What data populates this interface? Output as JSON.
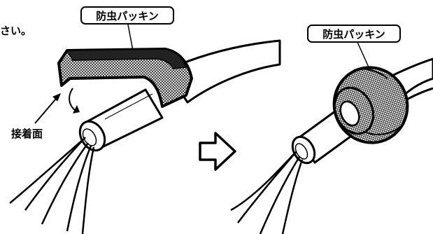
{
  "instruction_fragment": "さい。",
  "left_illustration": {
    "callout_label": "防虫パッキン",
    "adhesive_label": "接着面"
  },
  "right_illustration": {
    "callout_label": "防虫パッキン"
  },
  "colors": {
    "ink": "#000000",
    "paper": "#ffffff",
    "packing_fill": "#b8b8b8"
  },
  "icons": {
    "transition": "right-arrow-icon"
  }
}
